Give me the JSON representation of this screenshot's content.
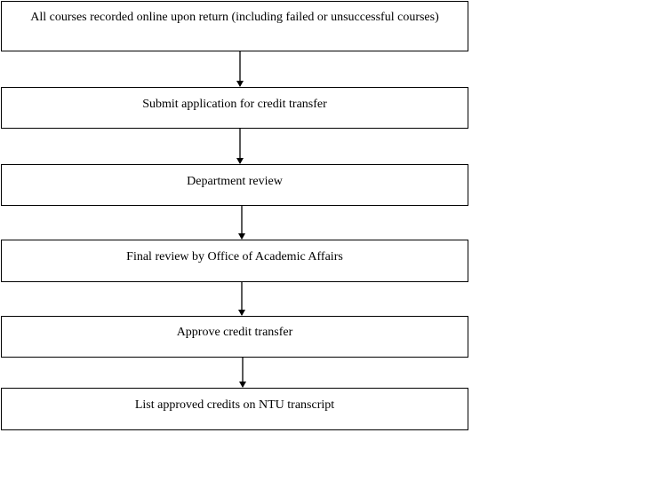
{
  "flowchart": {
    "steps": [
      {
        "label": "All courses recorded online upon return (including failed or unsuccessful courses)"
      },
      {
        "label": "Submit application for credit transfer"
      },
      {
        "label": "Department review"
      },
      {
        "label": "Final review by Office of Academic Affairs"
      },
      {
        "label": "Approve credit transfer"
      },
      {
        "label": "List approved credits on NTU transcript"
      }
    ]
  }
}
